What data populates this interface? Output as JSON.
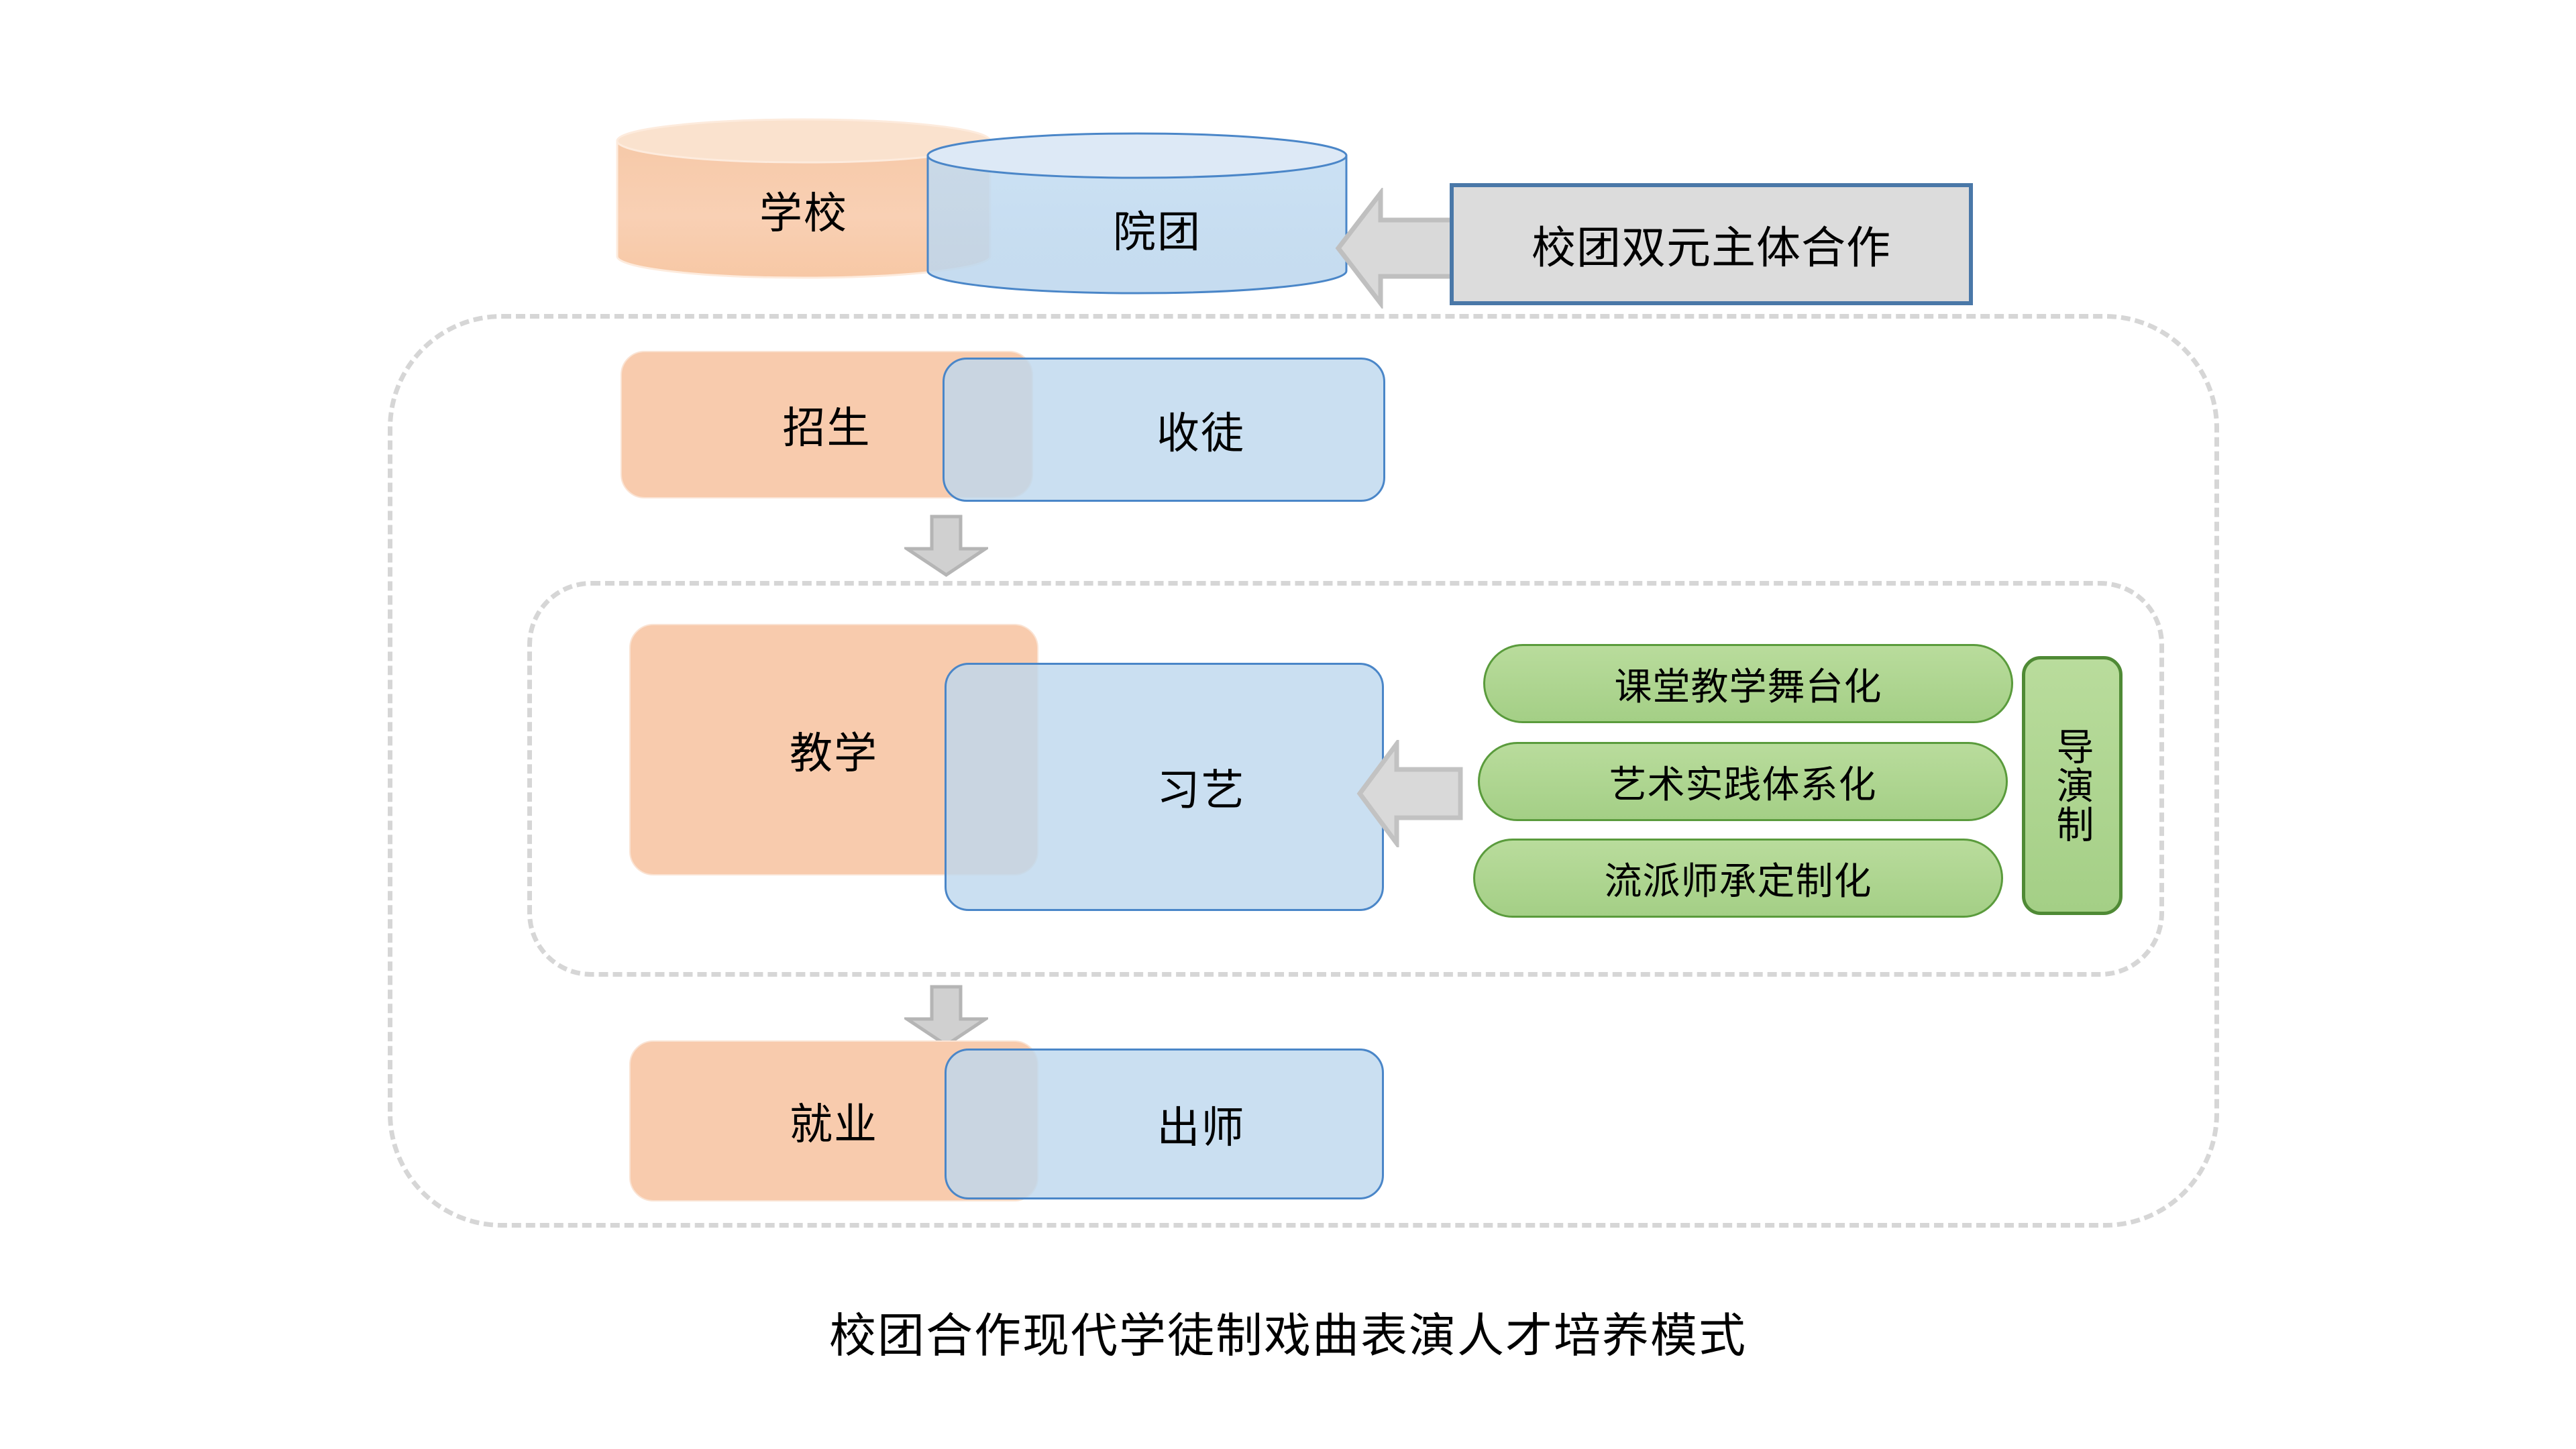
{
  "caption": "校团合作现代学徒制戏曲表演人才培养模式",
  "colors": {
    "orange_fill": "#f8cbad",
    "blue_fill": "#bdd7ee",
    "blue_stroke": "#4a86c8",
    "green_fill": "#a9d18e",
    "green_stroke": "#548235",
    "gray_fill": "#dcdcdc",
    "gray_stroke": "#4a78a8",
    "arrow_fill": "#d9d9d9",
    "arrow_stroke": "#bfbfbf",
    "dashed_stroke": "#d6d6d6"
  },
  "top_row": {
    "school_cylinder": "学校",
    "troupe_cylinder": "院团",
    "callout": "校团双元主体合作",
    "callout_arrow": "left-arrow-icon"
  },
  "stages": [
    {
      "left": "招生",
      "right": "收徒"
    },
    {
      "left": "教学",
      "right": "习艺"
    },
    {
      "left": "就业",
      "right": "出师"
    }
  ],
  "flow_arrows": [
    "down-arrow-icon",
    "down-arrow-icon"
  ],
  "teaching_features": {
    "items": [
      "课堂教学舞台化",
      "艺术实践体系化",
      "流派师承定制化"
    ],
    "arrow": "left-arrow-icon",
    "director_system": "导演制"
  },
  "containers": {
    "outer": "apprenticeship-container",
    "inner": "teaching-container"
  }
}
